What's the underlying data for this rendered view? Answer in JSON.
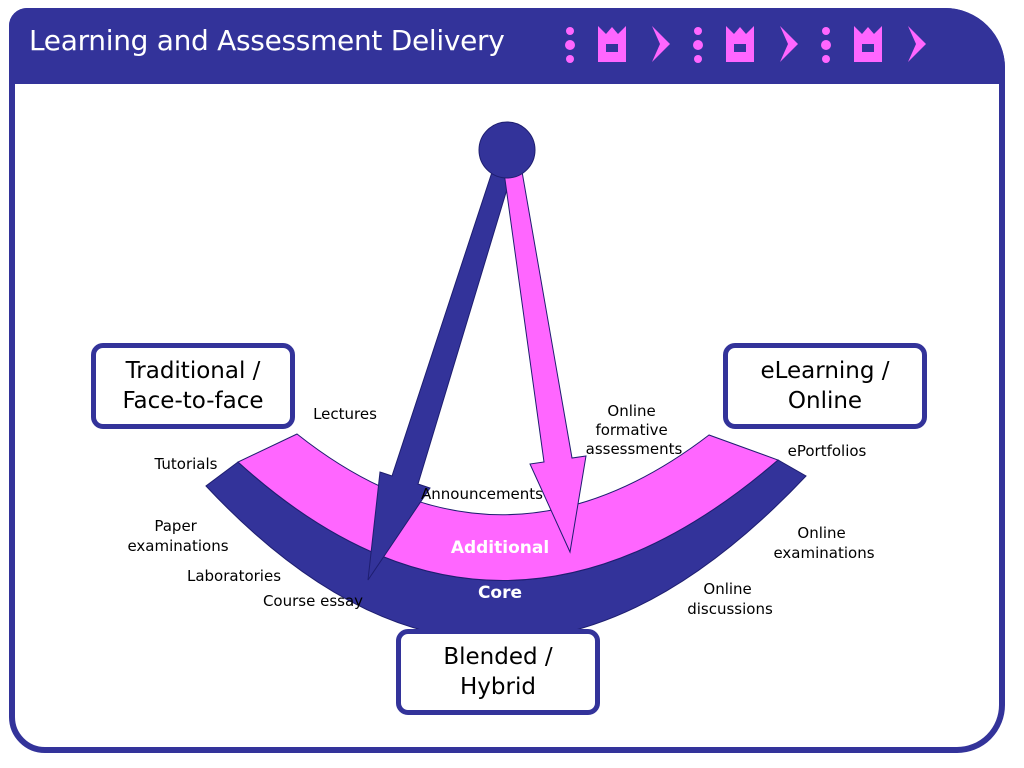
{
  "title": "Learning and Assessment Delivery",
  "colors": {
    "navy": "#33339a",
    "magenta": "#ff66ff",
    "white": "#ffffff"
  },
  "boxes": {
    "traditional": "Traditional /\nFace-to-face",
    "elearning": "eLearning /\nOnline",
    "blended": "Blended /\nHybrid"
  },
  "bands": {
    "additional": "Additional",
    "core": "Core"
  },
  "labels": {
    "lectures": "Lectures",
    "tutorials": "Tutorials",
    "paper": [
      "Paper",
      "examinations"
    ],
    "laboratories": "Laboratories",
    "course_essay": "Course essay",
    "announcements": "Announcements",
    "online_formative": [
      "Online",
      "formative",
      "assessments"
    ],
    "eportfolios": "ePortfolios",
    "online_exams": [
      "Online",
      "examinations"
    ],
    "online_discussions": [
      "Online",
      "discussions"
    ]
  }
}
